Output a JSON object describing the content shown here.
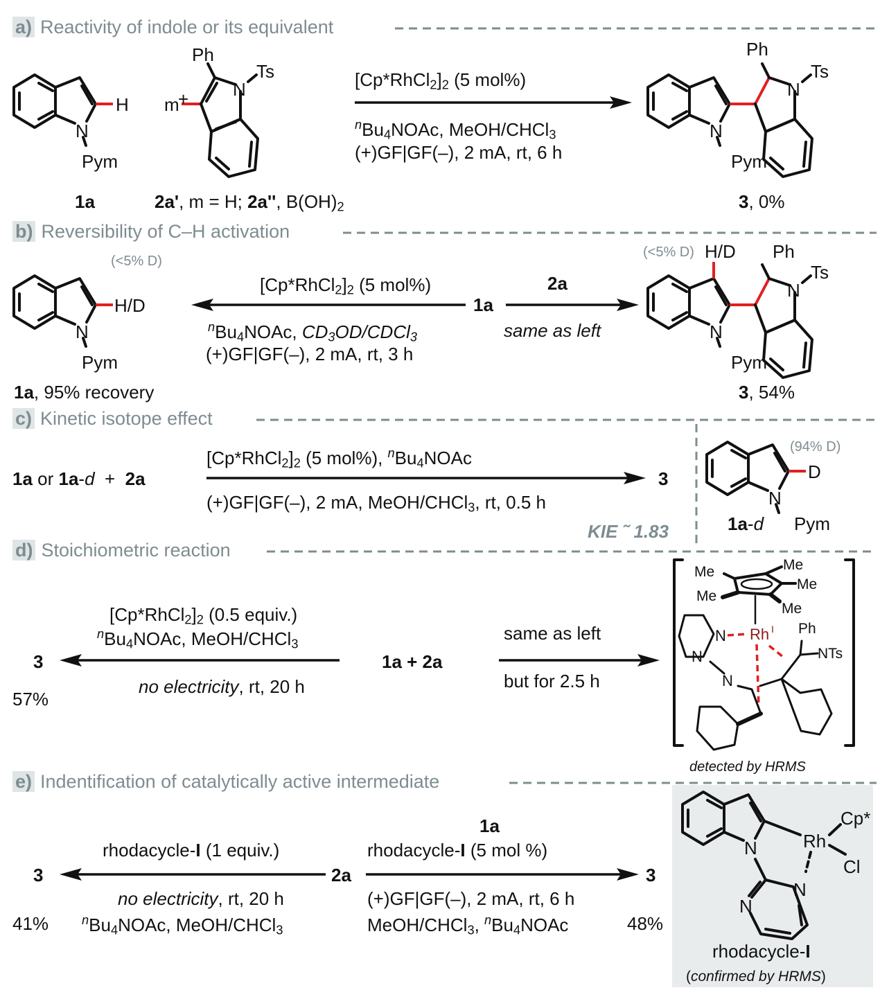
{
  "sections": {
    "a": {
      "tag": "a)",
      "title": "Reactivity of indole or its equivalent",
      "conditions": [
        "[Cp*RhCl2]2 (5 mol%)",
        "nBu4NOAc, MeOH/CHCl3",
        "(+)GF|GF(–), 2 mA, rt, 6 h"
      ],
      "compound_1a": "1a",
      "reagent_label_bold1": "2a'",
      "reagent_label_mid": ", m = H; ",
      "reagent_label_bold2": "2a''",
      "reagent_label_end": ", B(OH)2",
      "product": "3",
      "yield": ", 0%",
      "plus": "+",
      "m_sub": "m"
    },
    "b": {
      "tag": "b)",
      "title": "Reversibility of C–H activation",
      "left_cond_top": "[Cp*RhCl2]2 (5 mol%)",
      "left_cond_mid": "nBu4NOAc, CD3OD/CDCl3",
      "left_cond_bot": "(+)GF|GF(–), 2 mA, rt, 3 h",
      "center": "1a",
      "right_cond_top": "2a",
      "right_cond_bot": "same as left",
      "left_product": "1a",
      "left_yield": ", 95% recovery",
      "left_d": "(<5% D)",
      "right_product": "3",
      "right_yield": ", 54%",
      "right_d": "(<5% D)"
    },
    "c": {
      "tag": "c)",
      "title": "Kinetic isotope effect",
      "reactants": "1a or 1a-d  +  2a",
      "cond_top": "[Cp*RhCl2]2 (5 mol%), nBu4NOAc",
      "cond_bot": "(+)GF|GF(–), 2 mA, MeOH/CHCl3, rt, 0.5 h",
      "product": "3",
      "kie": "KIE ˜ 1.83",
      "inset_label": "1a-d",
      "inset_d": "(94% D)"
    },
    "d": {
      "tag": "d)",
      "title": "Stoichiometric reaction",
      "left_cond_top": "[Cp*RhCl2]2 (0.5 equiv.)",
      "left_cond_mid": "nBu4NOAc, MeOH/CHCl3",
      "left_cond_bot": "no electricity, rt, 20 h",
      "left_product": "3",
      "left_yield": "57%",
      "center": "1a  +  2a",
      "right_cond_top": "same as left",
      "right_cond_bot": "but for 2.5 h",
      "intermediate_note": "detected by HRMS"
    },
    "e": {
      "tag": "e)",
      "title": "Indentification of catalytically active intermediate",
      "left_cond_top": "rhodacycle-I (1 equiv.)",
      "left_cond_mid": "no electricity, rt, 20 h",
      "left_cond_bot": "nBu4NOAc, MeOH/CHCl3",
      "left_product": "3",
      "left_yield": "41%",
      "center": "2a",
      "right_cond_top1": "1a",
      "right_cond_top2": "rhodacycle-I (5 mol %)",
      "right_cond_bot1": "(+)GF|GF(–), 2 mA, rt, 6 h",
      "right_cond_bot2": "MeOH/CHCl3, nBu4NOAc",
      "right_product": "3",
      "right_yield": "48%",
      "catalyst_name": "rhodacycle-I",
      "catalyst_note": "confirmed by HRMS"
    }
  },
  "colors": {
    "header": "#7e8c91",
    "highlight_bond": "#e02020",
    "panel_bg": "#e9eced"
  }
}
